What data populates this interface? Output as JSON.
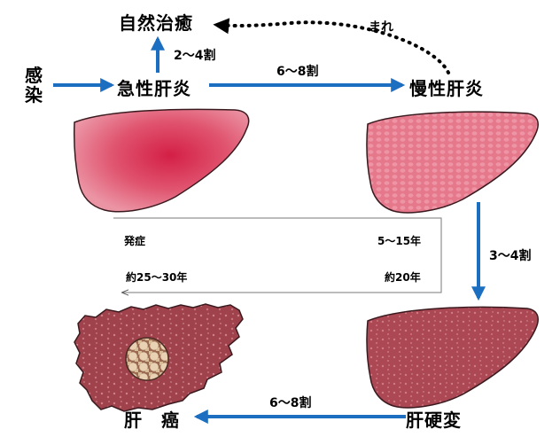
{
  "stages": {
    "infection": [
      "感",
      "染"
    ],
    "acute_hepatitis": "急性肝炎",
    "spontaneous_recovery": "自然治癒",
    "chronic_hepatitis": "慢性肝炎",
    "cirrhosis": "肝硬変",
    "liver_cancer": "肝　癌"
  },
  "rates": {
    "to_recovery": "2～4割",
    "to_chronic": "6～8割",
    "rare": "まれ",
    "to_cirrhosis": "3～4割",
    "to_cancer": "6～8割"
  },
  "timeline": {
    "onset": "発症",
    "chronic_span": "5～15年",
    "total_span": "約25～30年",
    "cirrhosis_span": "約20年"
  },
  "colors": {
    "arrow_blue": "#1c6fc0",
    "acute_center": "#d8264a",
    "acute_edge": "#e9768a",
    "chronic_fill": "#e67a8e",
    "cirrhosis_fill": "#ad4a55",
    "cancer_fill": "#a2444d",
    "tumor_fill": "#c9a884"
  }
}
